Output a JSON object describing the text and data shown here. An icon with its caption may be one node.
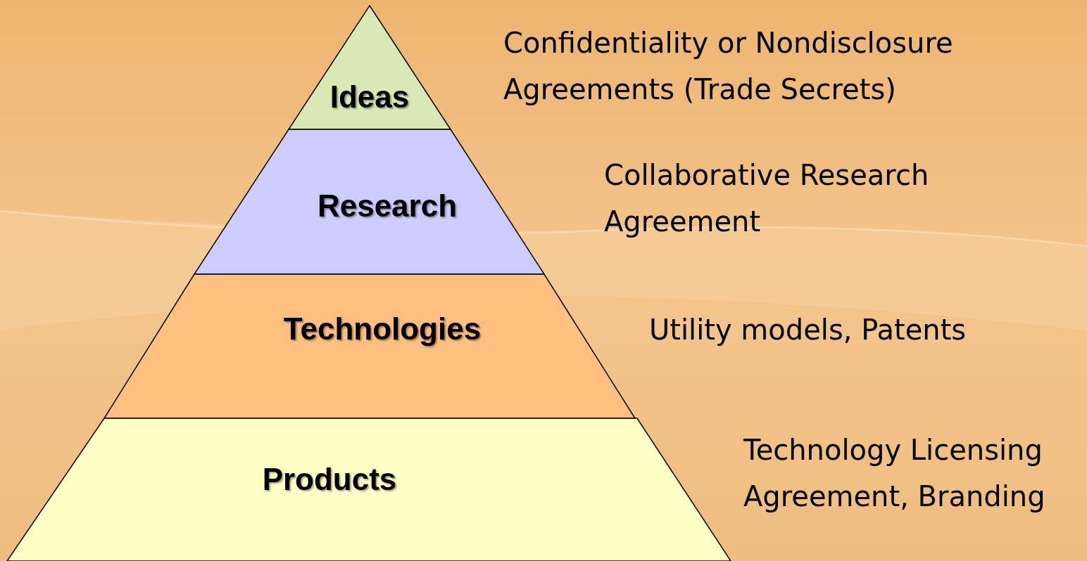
{
  "diagram": {
    "nodes": [
      {
        "text": [
          "Ideas"
        ]
      },
      {
        "text": [
          "Research"
        ],
        "beside": [
          "Collaborative Research Agreement"
        ]
      },
      {
        "text": [
          "Technologies"
        ],
        "beside": [
          "Utility models, Patents"
        ]
      },
      {
        "text": [
          "Products"
        ],
        "beside": [
          "Technology Licensing Agreement, Branding"
        ]
      }
    ],
    "edges": [],
    "labels": [
      "Confidentiality or Nondisclosure Agreements (Trade Secrets)"
    ]
  }
}
